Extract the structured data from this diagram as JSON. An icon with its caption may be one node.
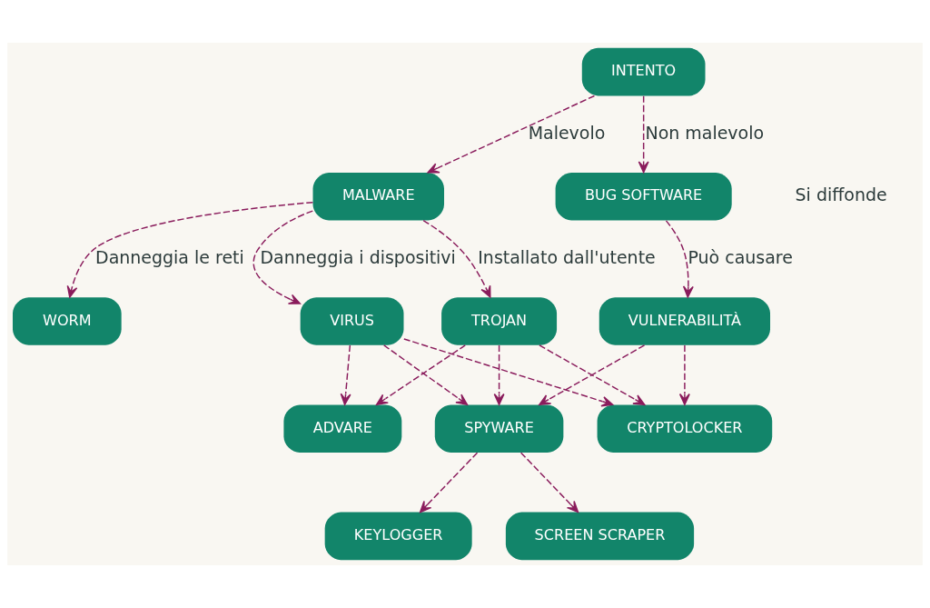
{
  "diagram": {
    "nodes": [
      {
        "text": [
          "INTENTO"
        ]
      },
      {
        "text": [
          "MALWARE"
        ]
      },
      {
        "text": [
          "BUG SOFTWARE"
        ]
      },
      {
        "text": [
          "VIRUS"
        ]
      },
      {
        "text": [
          "WORM"
        ]
      },
      {
        "text": [
          "TROJAN"
        ]
      },
      {
        "text": [
          "VULNERABILITÀ"
        ]
      },
      {
        "text": [
          "KEYLOGGER"
        ]
      },
      {
        "text": [
          "SCREEN SCRAPER"
        ]
      },
      {
        "text": [
          "ADVARE"
        ]
      },
      {
        "text": [
          "CRYPTOLOCKER"
        ]
      },
      {
        "text": [
          "SPYWARE"
        ]
      }
    ],
    "edges": [
      {
        "from": 0,
        "to": 1,
        "arrow": "to",
        "label": "Malevolo",
        "style": "dashed"
      },
      {
        "from": 0,
        "to": 2,
        "arrow": "to",
        "label": "Non malevolo",
        "style": "dashed"
      },
      {
        "from": 1,
        "to": 3,
        "arrow": "to",
        "label": "Danneggia i dispositivi",
        "style": "dashed"
      },
      {
        "from": 1,
        "to": 4,
        "arrow": "to",
        "label": "Danneggia le reti",
        "style": "dashed"
      },
      {
        "from": 1,
        "to": 5,
        "arrow": "to",
        "label": "Installato dall'utente",
        "style": "dashed"
      },
      {
        "from": 2,
        "to": 6,
        "arrow": "to",
        "label": "Può causare",
        "style": "dashed"
      },
      {
        "from": 3,
        "to": 9,
        "arrow": "to",
        "style": "dashed"
      },
      {
        "from": 3,
        "to": 10,
        "arrow": "to",
        "style": "dashed"
      },
      {
        "from": 3,
        "to": 11,
        "arrow": "to",
        "style": "dashed"
      },
      {
        "from": 5,
        "to": 9,
        "arrow": "to",
        "style": "dashed"
      },
      {
        "from": 5,
        "to": 10,
        "arrow": "to",
        "style": "dashed"
      },
      {
        "from": 5,
        "to": 11,
        "arrow": "to",
        "style": "dashed"
      },
      {
        "from": 6,
        "to": 10,
        "arrow": "to",
        "style": "dashed"
      },
      {
        "from": 6,
        "to": 11,
        "arrow": "to",
        "style": "dashed"
      },
      {
        "from": 11,
        "to": 7,
        "arrow": "to",
        "style": "dashed"
      },
      {
        "from": 11,
        "to": 8,
        "arrow": "to",
        "style": "dashed"
      }
    ],
    "labels": [
      "Si diffonde"
    ]
  }
}
